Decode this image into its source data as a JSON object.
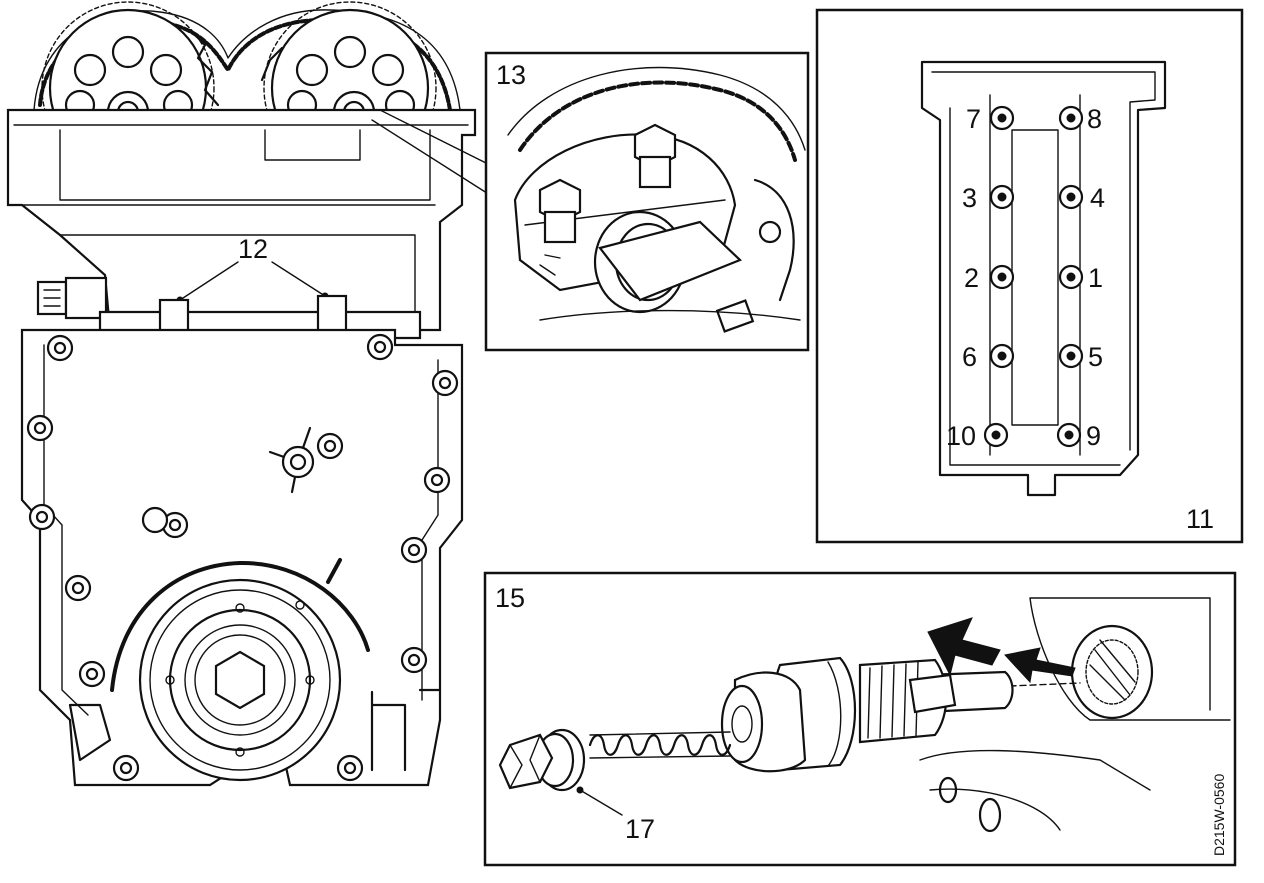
{
  "labels": {
    "callout_12": "12",
    "callout_13": "13",
    "callout_11": "11",
    "callout_15": "15",
    "callout_17": "17",
    "drawing_code": "D215W-0560"
  },
  "tightening_sequence": [
    "7",
    "8",
    "3",
    "4",
    "2",
    "1",
    "6",
    "5",
    "10",
    "9"
  ],
  "icons": [
    "camshaft-sprocket-icon",
    "timing-chain-icon",
    "bolt-icon",
    "crankshaft-pulley-icon",
    "chain-tensioner-icon",
    "direction-arrow-icon"
  ],
  "colors": {
    "line": "#111111",
    "background": "#ffffff"
  }
}
